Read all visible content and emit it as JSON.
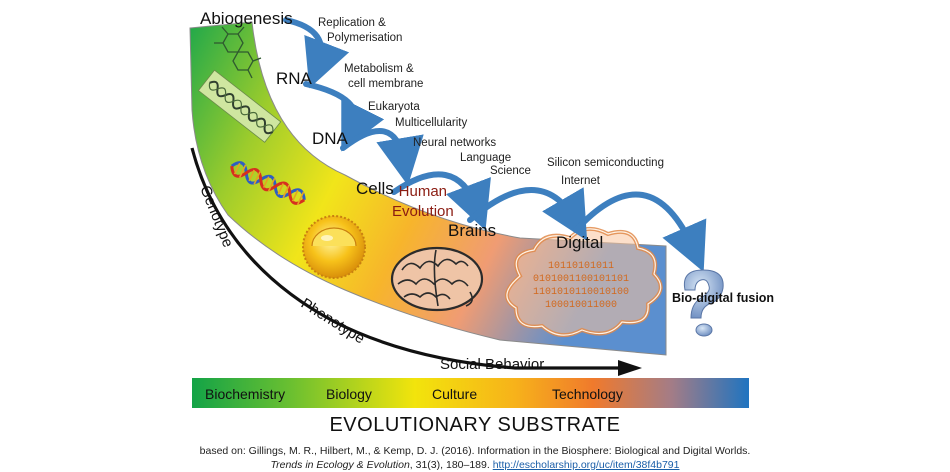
{
  "stages": {
    "abiogenesis": "Abiogenesis",
    "rna": "RNA",
    "dna": "DNA",
    "cells": "Cells",
    "brains": "Brains",
    "digital": "Digital"
  },
  "transitions": {
    "replication_line1": "Replication &",
    "replication_line2": "Polymerisation",
    "metabolism_line1": "Metabolism &",
    "metabolism_line2": "cell membrane",
    "eukaryota": "Eukaryota",
    "multicellularity": "Multicellularity",
    "neural": "Neural networks",
    "language": "Language",
    "science": "Science",
    "silicon": "Silicon semiconducting",
    "internet": "Internet"
  },
  "human_evolution": {
    "line1": "Human",
    "line2": "Evolution"
  },
  "bio_digital_fusion": "Bio-digital fusion",
  "axes": {
    "genotype": "Genotype",
    "phenotype": "Phenotype",
    "social_behavior": "Social Behavior"
  },
  "binary_lines": [
    "10110101011",
    "0101001100101101",
    "1101010110010100",
    "100010011000"
  ],
  "substrate_bar": [
    "Biochemistry",
    "Biology",
    "Culture",
    "Technology"
  ],
  "substrate_title": "EVOLUTIONARY SUBSTRATE",
  "citation": {
    "line1": "based on: Gillings, M. R., Hilbert, M., & Kemp, D. J. (2016). Information in the Biosphere: Biological and Digital Worlds.",
    "journal": "Trends in Ecology & Evolution",
    "details": ", 31(3), 180–189. ",
    "link": "http://escholarship.org/uc/item/38f4b791"
  },
  "colors": {
    "arrow": "#3d7fbf",
    "human_evolution": "#8b1c12",
    "binary": "#d2691e",
    "link": "#1a5ea8"
  }
}
